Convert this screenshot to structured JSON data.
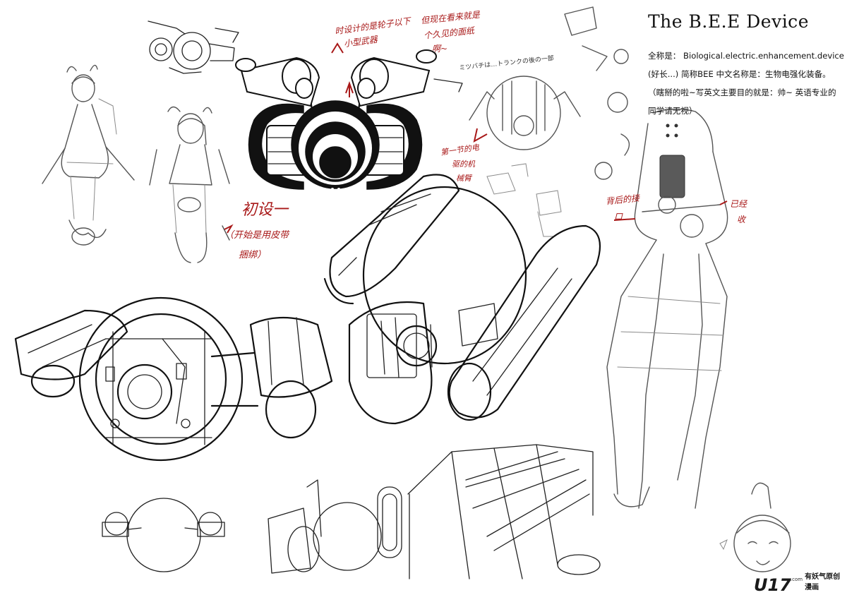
{
  "header": {
    "title": "The B.E.E Device",
    "lines": [
      "全称是： Biological.electric.enhancement.device",
      "(好长...) 简称BEE 中文名称是：生物电强化装备。",
      "（瞎掰的啦~写英文主要目的就是：帅~ 英语专业的",
      "同学请无视）"
    ]
  },
  "notes": {
    "first_design": "初设一",
    "first_design_sub1": "（开始是用皮带",
    "first_design_sub2": "捆绑）",
    "design_shoulder1": "时设计的是轮子以下",
    "design_shoulder2": "小型武器",
    "design_now1": "但现在看来就是",
    "design_now2": "个久见的面纸",
    "design_now3": "啊~",
    "mech1": "第一节的电",
    "mech2": "驱的机",
    "mech3": "械臂",
    "back1": "背后的接",
    "back2": "口",
    "waist1": "已经",
    "waist2": "收",
    "jp": "ミツバチは…トランクの後の一部"
  },
  "logo": {
    "mark": "U17",
    "com": ".com",
    "text": "有妖气原创漫画"
  },
  "colors": {
    "ink": "#111111",
    "annotation": "#a81818",
    "paper": "#ffffff"
  }
}
